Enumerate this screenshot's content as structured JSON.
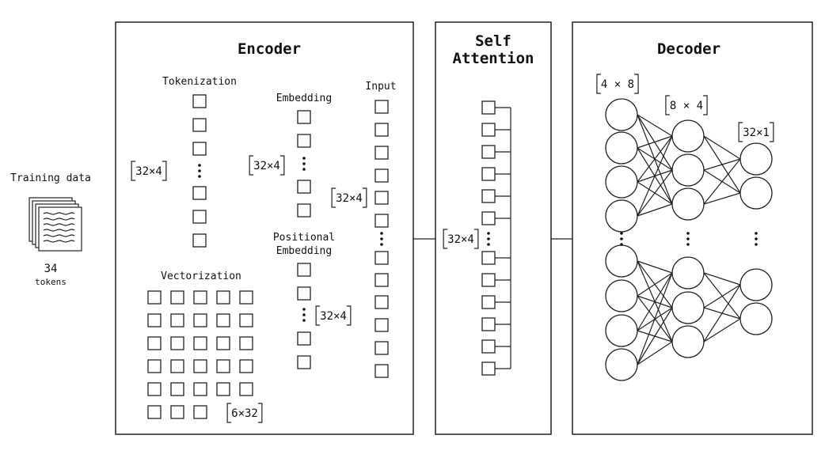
{
  "training": {
    "label": "Training data",
    "count": "34",
    "unit": "tokens",
    "icon": "document-stack-icon"
  },
  "encoder": {
    "title": "Encoder",
    "tokenization": {
      "label": "Tokenization",
      "dim": "32×4"
    },
    "embedding": {
      "label": "Embedding",
      "dim": "32×4"
    },
    "positional": {
      "label1": "Positional",
      "label2": "Embedding",
      "dim": "32×4"
    },
    "input": {
      "label": "Input",
      "dim": "32×4"
    },
    "vectorization": {
      "label": "Vectorization",
      "dim": "6×32"
    }
  },
  "attention": {
    "title1": "Self",
    "title2": "Attention",
    "dim": "32×4"
  },
  "decoder": {
    "title": "Decoder",
    "layers": [
      {
        "dim": "4 × 8"
      },
      {
        "dim": "8 × 4"
      },
      {
        "dim": "32×1"
      }
    ]
  }
}
